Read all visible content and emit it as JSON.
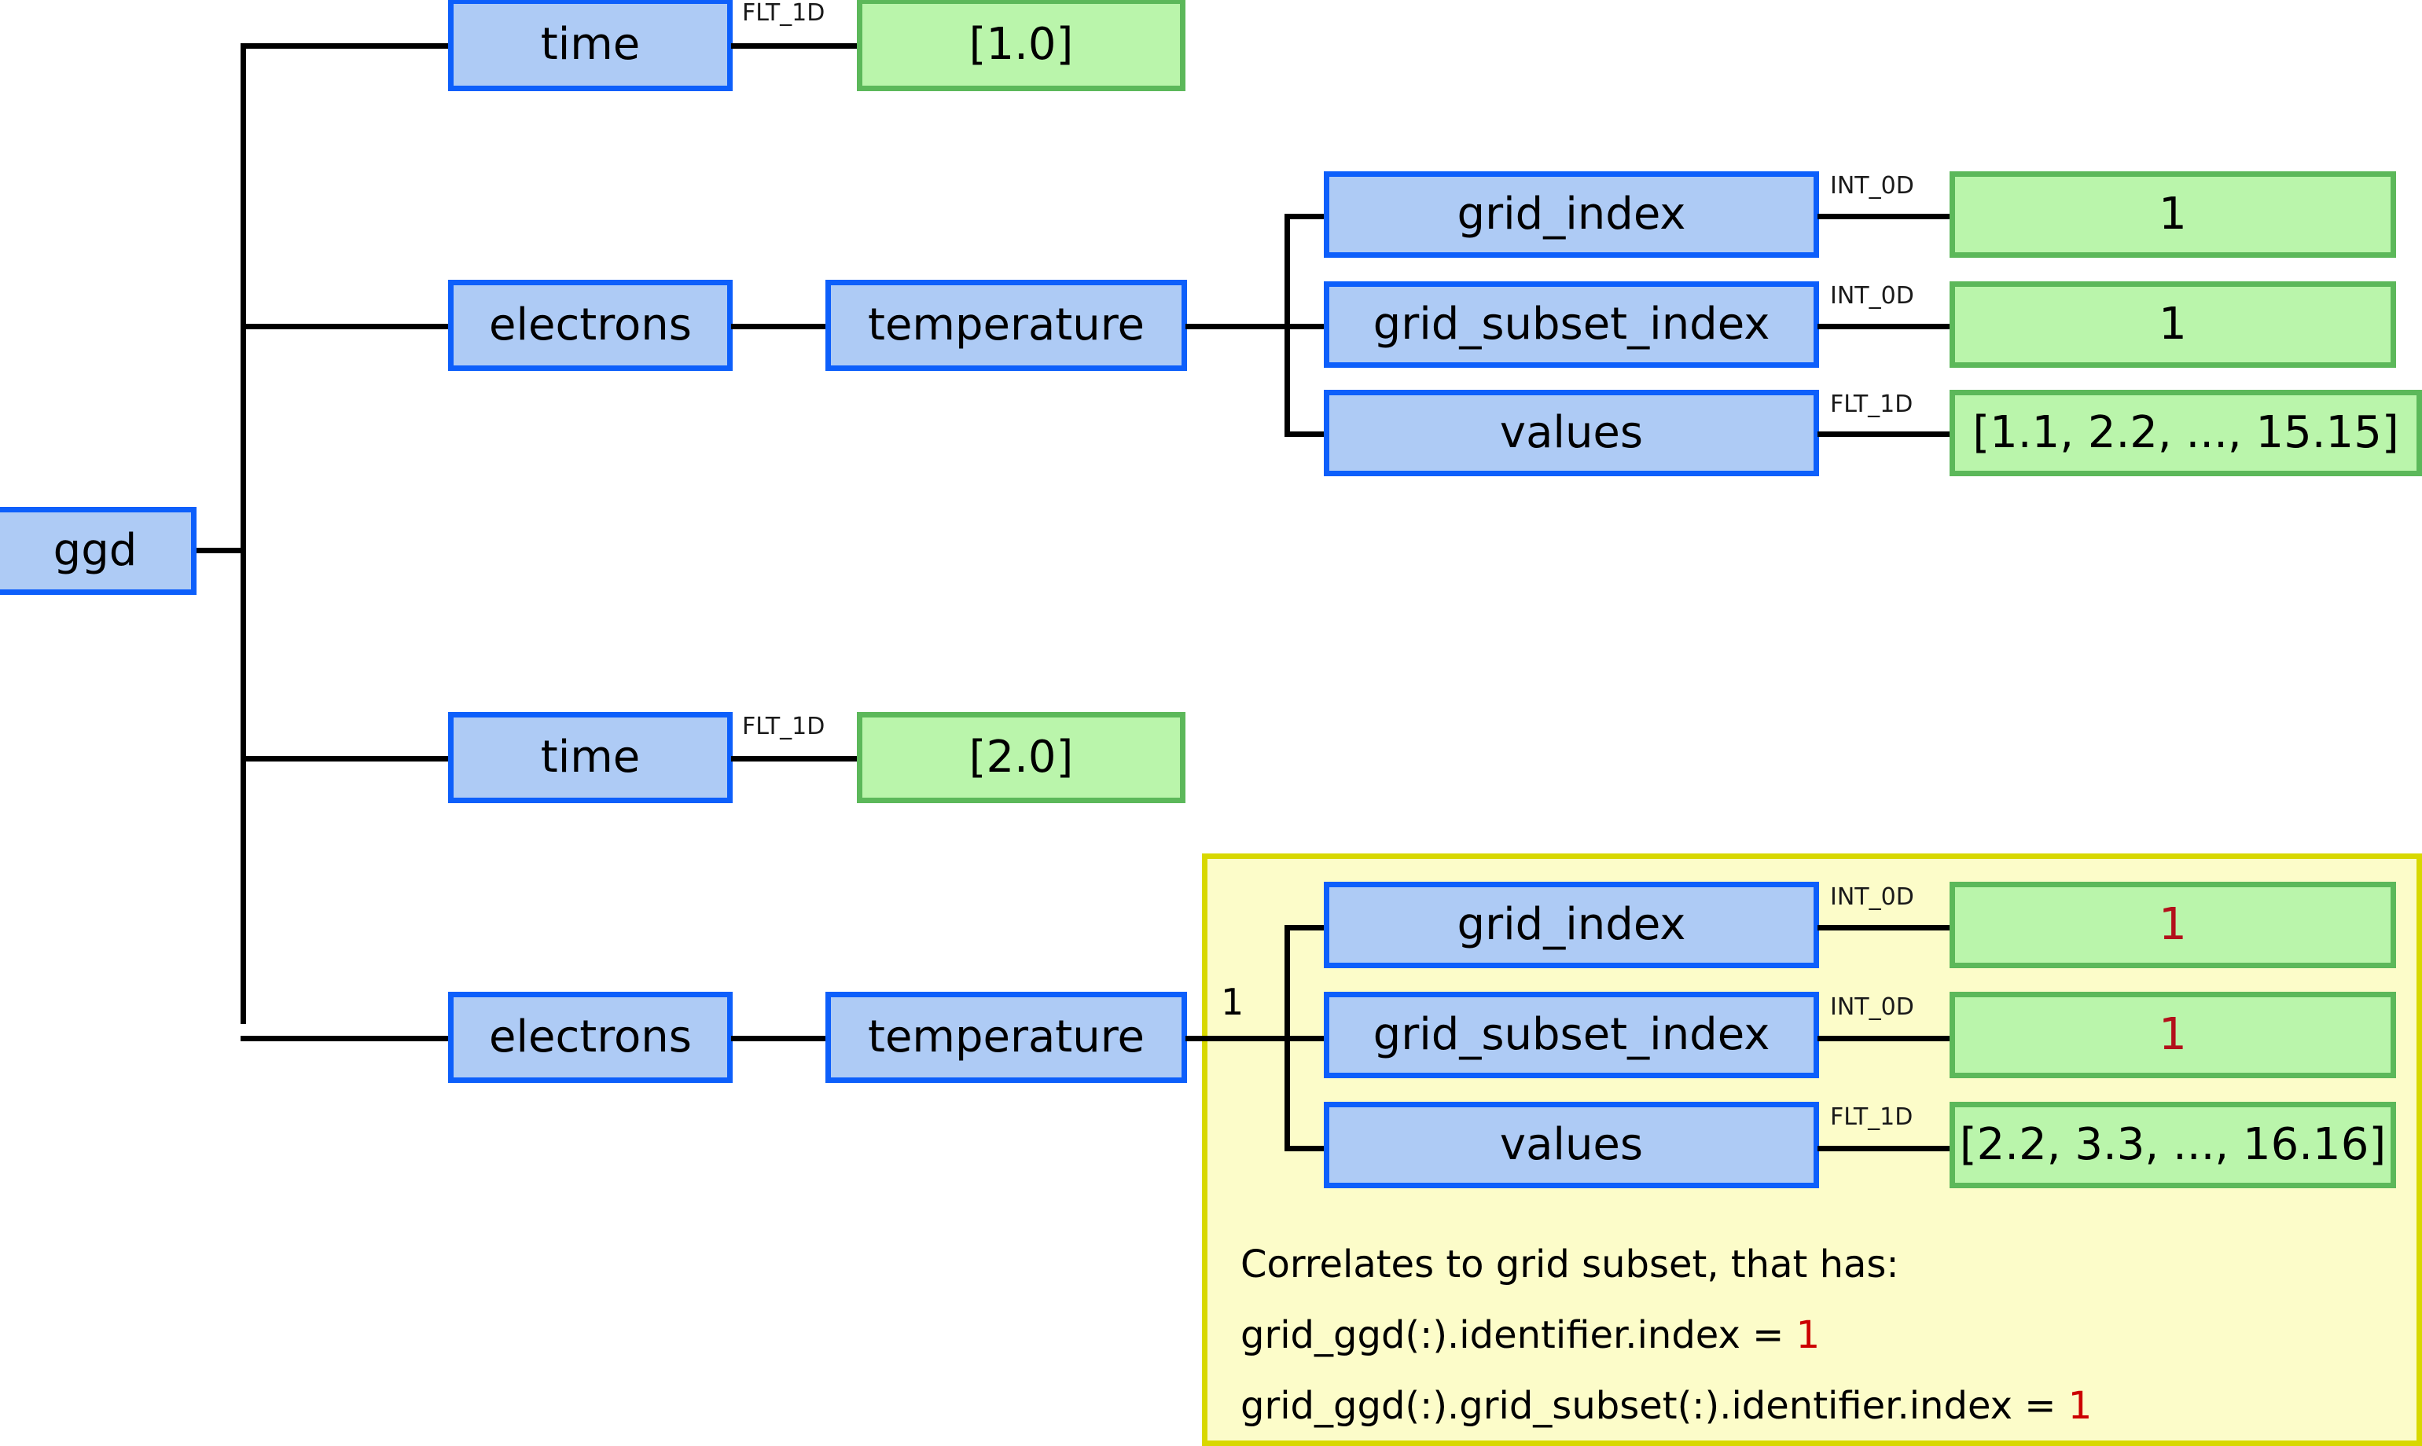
{
  "diagram": {
    "root": {
      "label": "ggd"
    },
    "colors": {
      "node_blue_fill": "#aecbf5",
      "node_blue_border": "#0d5ffb",
      "node_green_fill": "#baf5ab",
      "node_green_border": "#5cb85a",
      "panel_fill": "#fcfcc9",
      "panel_border": "#d8d800",
      "accent_red": "#cc0000",
      "value_red": "#b3101b",
      "edge": "#000000",
      "background": "#ffffff"
    },
    "slices": [
      {
        "id": "slice-1",
        "time_label": "time",
        "time_type": "FLT_1D",
        "time_value": "[1.0]",
        "branch_label": "electrons",
        "quantity_label": "temperature",
        "multiplicity": "",
        "highlighted": false,
        "fields": [
          {
            "label": "grid_index",
            "type": "INT_0D",
            "value": "1",
            "value_red": false
          },
          {
            "label": "grid_subset_index",
            "type": "INT_0D",
            "value": "1",
            "value_red": false
          },
          {
            "label": "values",
            "type": "FLT_1D",
            "value": "[1.1, 2.2, ..., 15.15]",
            "value_red": false
          }
        ]
      },
      {
        "id": "slice-2",
        "time_label": "time",
        "time_type": "FLT_1D",
        "time_value": "[2.0]",
        "branch_label": "electrons",
        "quantity_label": "temperature",
        "multiplicity": "1",
        "highlighted": true,
        "fields": [
          {
            "label": "grid_index",
            "type": "INT_0D",
            "value": "1",
            "value_red": true
          },
          {
            "label": "grid_subset_index",
            "type": "INT_0D",
            "value": "1",
            "value_red": true
          },
          {
            "label": "values",
            "type": "FLT_1D",
            "value": "[2.2, 3.3, ..., 16.16]",
            "value_red": false
          }
        ]
      }
    ],
    "note": {
      "line1": "Correlates to grid subset, that has:",
      "line2_text": "grid_ggd(:).identifier.index = ",
      "line2_accent": "1",
      "line3_text": "grid_ggd(:).grid_subset(:).identifier.index = ",
      "line3_accent": "1"
    }
  }
}
